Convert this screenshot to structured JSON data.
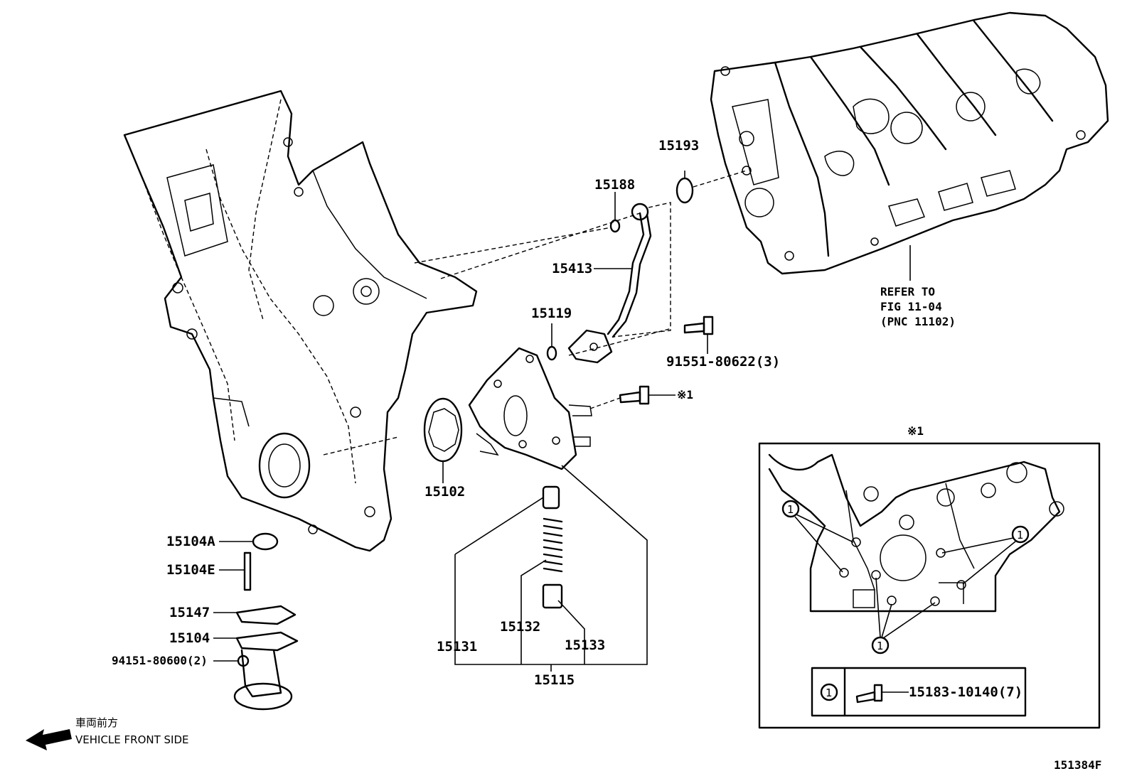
{
  "labels": {
    "p15193": "15193",
    "p15188": "15188",
    "p15413": "15413",
    "p15119": "15119",
    "p91551": "91551-80622(3)",
    "mark1": "※1",
    "p15102": "15102",
    "p15104A": "15104A",
    "p15104E": "15104E",
    "p15147": "15147",
    "p15104": "15104",
    "p94151": "94151-80600(2)",
    "p15132": "15132",
    "p15131": "15131",
    "p15133": "15133",
    "p15115": "15115",
    "refer_line1": "REFER TO",
    "refer_line2": "FIG 11-04",
    "refer_line3": "(PNC 11102)"
  },
  "detail": {
    "title": "※1",
    "circle_mark": "1",
    "legend_mark": "1",
    "legend_part": "15183-10140(7)"
  },
  "vehicle": {
    "jp": "車両前方",
    "en": "VEHICLE FRONT SIDE"
  },
  "figure_id": "151384F"
}
